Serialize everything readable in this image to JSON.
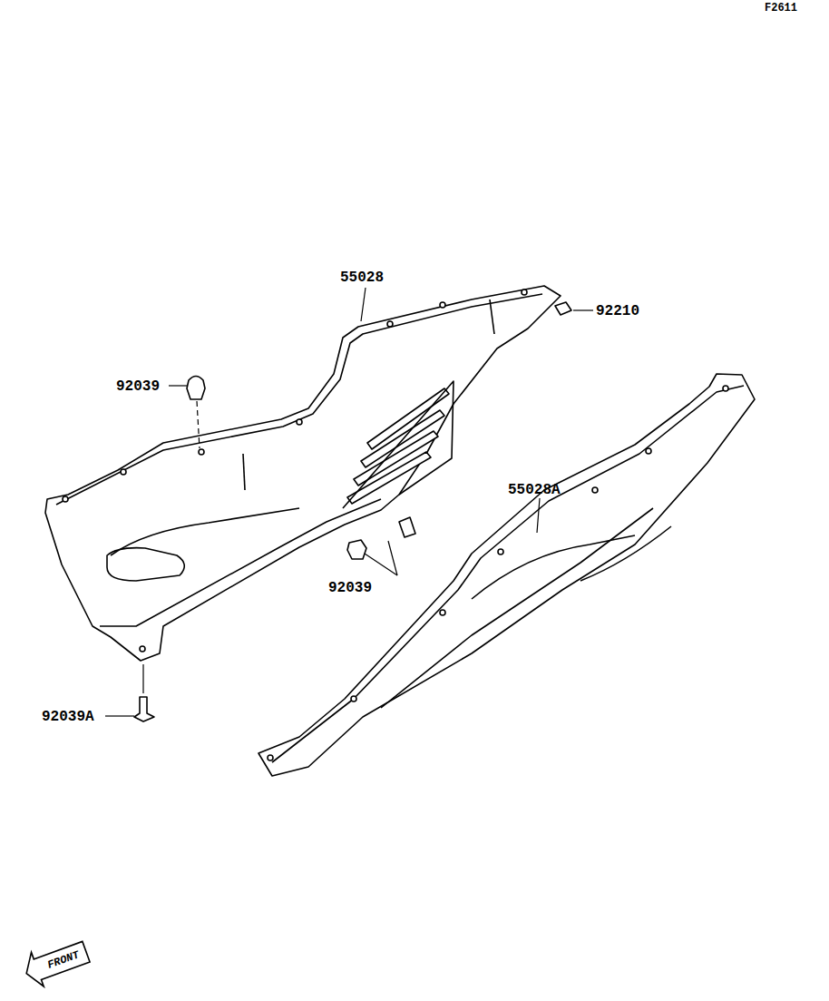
{
  "diagram": {
    "labels": [
      "F2611",
      "55028",
      "92210",
      "92039",
      "92039",
      "55028A",
      "92039A",
      "FRONT"
    ]
  }
}
